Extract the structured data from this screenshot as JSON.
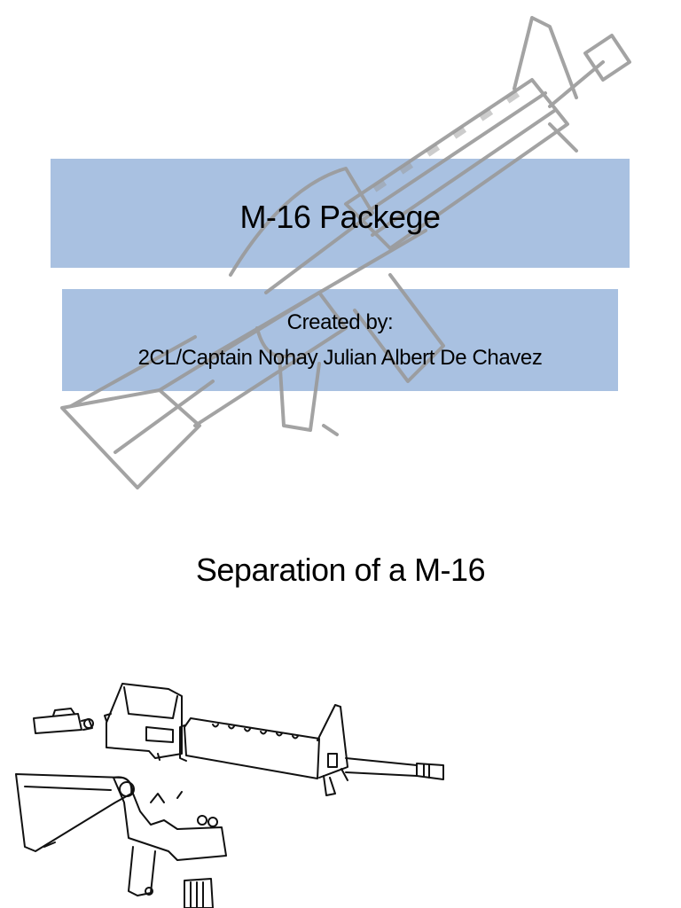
{
  "cover": {
    "title": "M-16 Packege",
    "credit_label": "Created by:",
    "author": "2CL/Captain Nohay Julian Albert De Chavez",
    "box_color": "#a9c1e1",
    "watermark_image": "m16-rifle-outline-illustration"
  },
  "section": {
    "heading": "Separation of a M-16",
    "diagram_image": "m16-field-stripped-exploded-view",
    "diagram_parts": [
      "bolt-carrier-group",
      "upper-receiver",
      "handguard",
      "front-sight",
      "barrel",
      "flash-hider",
      "buttstock",
      "lower-receiver",
      "pistol-grip",
      "magazine"
    ]
  }
}
